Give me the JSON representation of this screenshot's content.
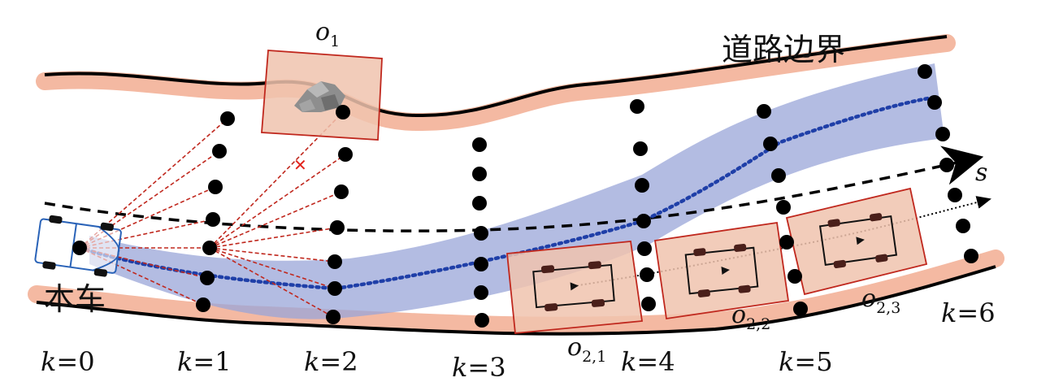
{
  "labels": {
    "road_boundary": "道路边界",
    "ego_vehicle": "本车",
    "obstacle_static": "o",
    "obstacle_static_sub": "1",
    "obstacle_dyn_1": "o",
    "obstacle_dyn_1_sub": "2,1",
    "obstacle_dyn_2": "o",
    "obstacle_dyn_2_sub": "2,2",
    "obstacle_dyn_3": "o",
    "obstacle_dyn_3_sub": "2,3",
    "path_coordinate": "s",
    "infeasible_mark": "✕"
  },
  "stages": [
    {
      "k": "k",
      "eq": "=0"
    },
    {
      "k": "k",
      "eq": "=1"
    },
    {
      "k": "k",
      "eq": "=2"
    },
    {
      "k": "k",
      "eq": "=3"
    },
    {
      "k": "k",
      "eq": "=4"
    },
    {
      "k": "k",
      "eq": "=5"
    },
    {
      "k": "k",
      "eq": "=6"
    }
  ],
  "colors": {
    "road_edge": "#f4b9a2",
    "road_line": "#000000",
    "corridor": "#9aa6d8",
    "optimal_path": "#1f3fa8",
    "candidate_edge": "#c0281e",
    "obstacle_fill": "#f0c3ae",
    "obstacle_border": "#c0281e",
    "vehicle_outline": "#2a63b8",
    "node": "#000000"
  }
}
